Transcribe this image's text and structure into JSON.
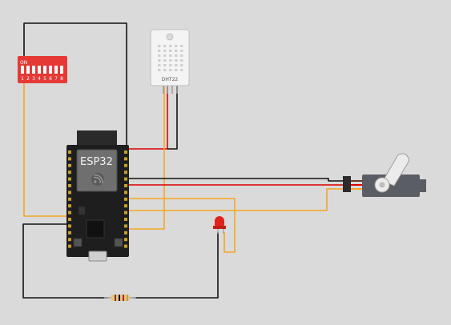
{
  "components": {
    "dip_switch": {
      "on_label": "ON",
      "numbers": [
        "1",
        "2",
        "3",
        "4",
        "5",
        "6",
        "7",
        "8"
      ],
      "color": "#e53935"
    },
    "dht22": {
      "label": "DHT22"
    },
    "esp32": {
      "label": "ESP32",
      "board_color": "#1e1e1e"
    },
    "servo": {
      "color": "#5a5d63"
    },
    "led": {
      "color": "#e0241b"
    },
    "resistor": {
      "color": "#e6c48a"
    }
  },
  "wires": {
    "black": "#111111",
    "red": "#e00000",
    "orange": "#f5a623"
  }
}
